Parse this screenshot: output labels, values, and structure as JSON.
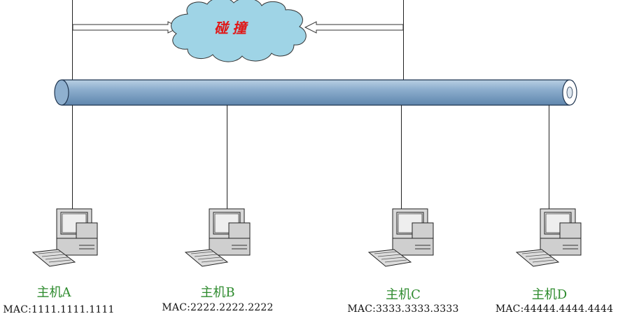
{
  "collision": {
    "label": "碰撞"
  },
  "hosts": [
    {
      "name": "主机A",
      "mac": "MAC:1111.1111.1111"
    },
    {
      "name": "主机B",
      "mac": "MAC:2222.2222.2222"
    },
    {
      "name": "主机C",
      "mac": "MAC:3333.3333.3333"
    },
    {
      "name": "主机D",
      "mac": "MAC:44444.4444.4444"
    }
  ],
  "colors": {
    "bus": "#87a9c8",
    "cloud": "#9fd4e6",
    "cloud_text": "#e01818",
    "host_label": "#2e8b2e"
  }
}
